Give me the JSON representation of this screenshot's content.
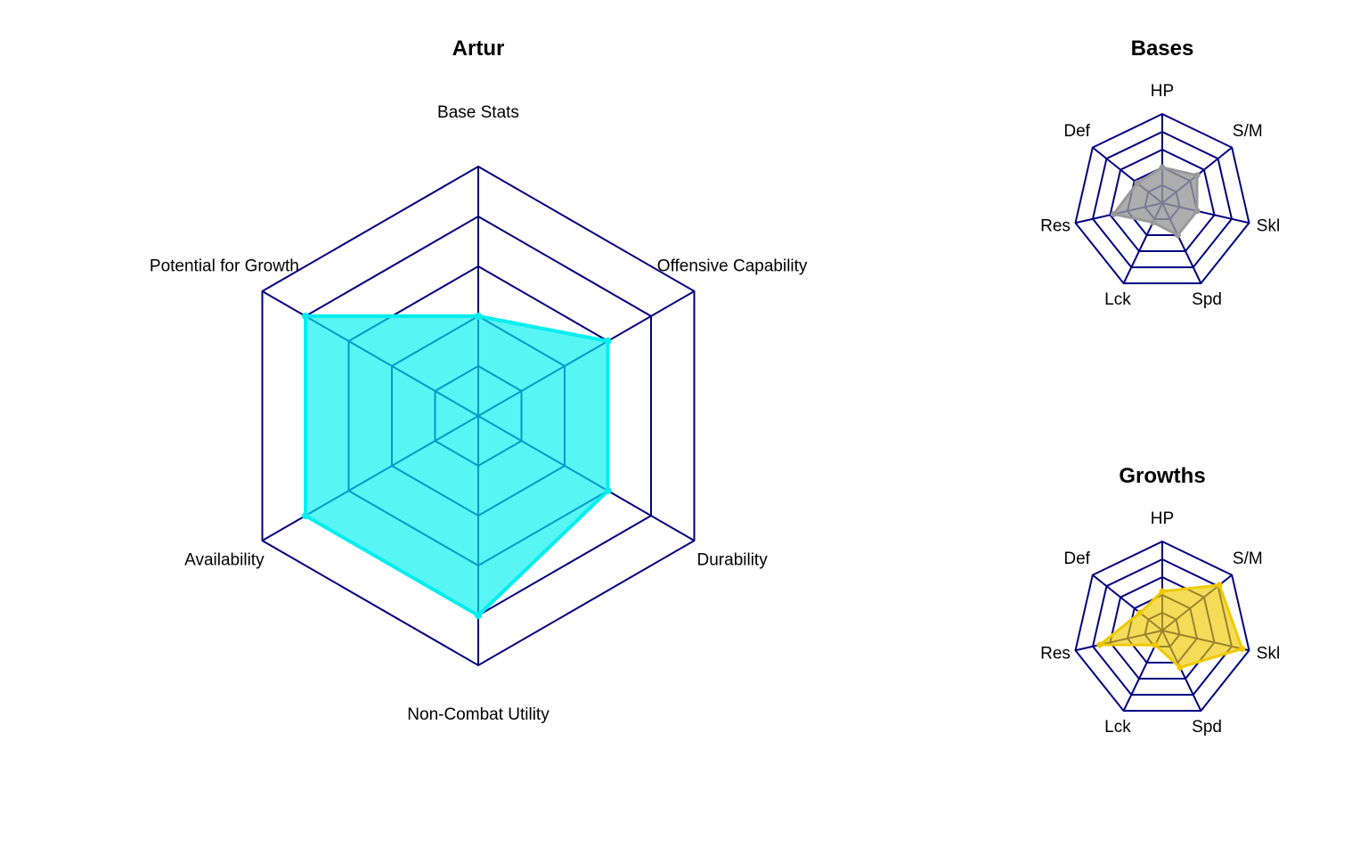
{
  "chart_data": [
    {
      "type": "radar",
      "title": "Artur",
      "axes": [
        "Base Stats",
        "Offensive Capability",
        "Durability",
        "Non-Combat Utility",
        "Availability",
        "Potential for Growth"
      ],
      "values": [
        2,
        3,
        3,
        4,
        4,
        4
      ],
      "range": [
        0,
        5
      ],
      "levels": 5,
      "color": "#00EEEE",
      "fill_color": "#00EEEE",
      "fill_opacity": 0.65
    },
    {
      "type": "radar",
      "title": "Bases",
      "axes": [
        "HP",
        "S/M",
        "Skl",
        "Spd",
        "Lck",
        "Def",
        "Res"
      ],
      "axis_order_clockwise": [
        "HP",
        "S/M",
        "Skl",
        "Spd",
        "Lck",
        "Res",
        "Def"
      ],
      "values": {
        "HP": 2,
        "S/M": 2.5,
        "Skl": 2,
        "Spd": 2,
        "Lck": 1.2,
        "Res": 2.8,
        "Def": 1.8
      },
      "range": [
        0,
        5
      ],
      "levels": 5,
      "color": "#999999",
      "fill_color": "#999999",
      "fill_opacity": 0.8
    },
    {
      "type": "radar",
      "title": "Growths",
      "axes": [
        "HP",
        "S/M",
        "Skl",
        "Spd",
        "Lck",
        "Def",
        "Res"
      ],
      "axis_order_clockwise": [
        "HP",
        "S/M",
        "Skl",
        "Spd",
        "Lck",
        "Res",
        "Def"
      ],
      "values": {
        "HP": 2.2,
        "S/M": 4.1,
        "Skl": 4.6,
        "Spd": 2.3,
        "Lck": 0.9,
        "Res": 3.6,
        "Def": 1.6
      },
      "range": [
        0,
        5
      ],
      "levels": 5,
      "color": "#EEC900",
      "fill_color": "#EEC900",
      "fill_opacity": 0.65
    }
  ]
}
